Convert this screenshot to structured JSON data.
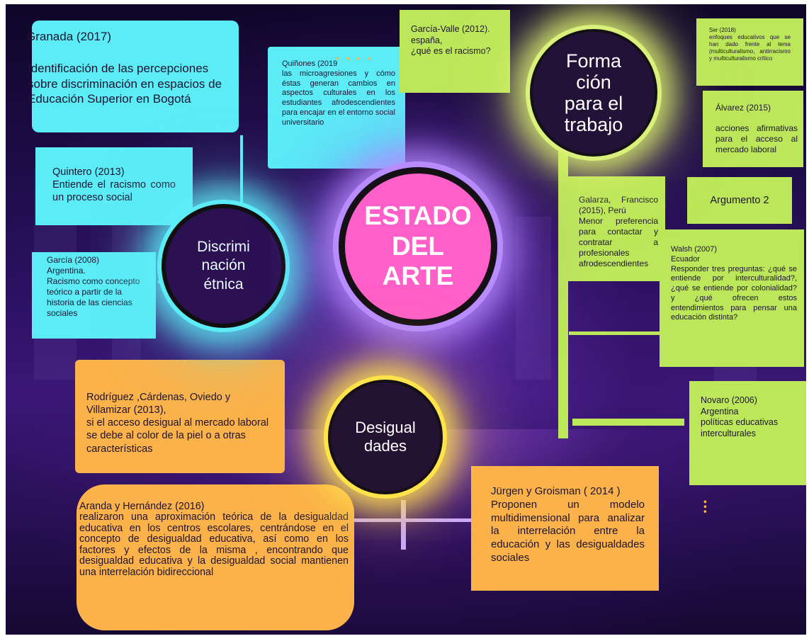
{
  "circles": {
    "center": [
      "ESTADO",
      "DEL",
      "ARTE"
    ],
    "discriminacion": [
      "Discrimi",
      "nación",
      "étnica"
    ],
    "formacion": [
      "Forma",
      "ción",
      "para el",
      "trabajo"
    ],
    "desigualdades": [
      "Desigual",
      "dades"
    ]
  },
  "boxes": {
    "granada": [
      "Granada (2017)",
      "Identificación de las percepciones sobre discriminación en espacios de Educación Superior en Bogotá"
    ],
    "quintero": [
      "Quintero (2013)",
      "Entiende el racismo como un proceso social"
    ],
    "garcia2008": [
      "García (2008)",
      "Argentina.",
      "Racismo como concepto teórico a partir de la historia de las ciencias sociales"
    ],
    "quinones": [
      "Quiñones (2019",
      "las microagresiones y cómo éstas generan cambios en aspectos culturales en los estudiantes afrodescendientes para encajar en el entorno social universitario"
    ],
    "garciavalle": [
      "García-Valle (2012).",
      "españa,",
      "¿qué es el racismo?"
    ],
    "ser2018": [
      "Ser (2018)",
      "enfoques educativos que se han dado frente al tema (multiculturalismo, antirracismo y multiculturalismo crítico"
    ],
    "alvarez": [
      "Álvarez (2015)",
      "acciones afirmativas para el acceso al mercado laboral"
    ],
    "galarza": [
      "Galarza, Francisco (2015), Perú",
      "Menor preferencia para contactar y contratar a profesionales afrodescendientes"
    ],
    "argumento2": [
      "Argumento 2"
    ],
    "walsh": [
      "Walsh (2007)",
      "Ecuador",
      "Responder tres preguntas: ¿qué se entiende por interculturalidad?, ¿qué se entiende por colonialidad? y ¿qué ofrecen estos entendimientos para pensar una educación distinta?"
    ],
    "novaro": [
      "Novaro (2006)",
      "Argentina",
      "políticas educativas interculturales"
    ],
    "rodriguez": [
      "Rodríguez ,Cárdenas, Oviedo y Villamizar (2013),",
      "si el acceso desigual al mercado laboral se debe al color de la piel o a otras características"
    ],
    "aranda": [
      "Aranda y Hernández (2016)",
      "realizaron una aproximación teórica de la desigualdad educativa en los centros escolares, centrándose en el concepto de desigualdad educativa, así como en los factores y efectos de la misma , encontrando que desigualdad educativa y la desigualdad social mantienen una interrelación bidireccional"
    ],
    "jurgen": [
      "Jürgen y Groisman ( 2014 )",
      "Proponen un modelo multidimensional para analizar la interrelación entre la educación y las desigualdades sociales"
    ]
  },
  "colors": {
    "cyan": "#5cecf6",
    "lime": "#bde75a",
    "orange": "#fbb24a",
    "pink": "#ff5fc8",
    "lavender": "#b88cff",
    "yellow": "#ffe34a"
  }
}
